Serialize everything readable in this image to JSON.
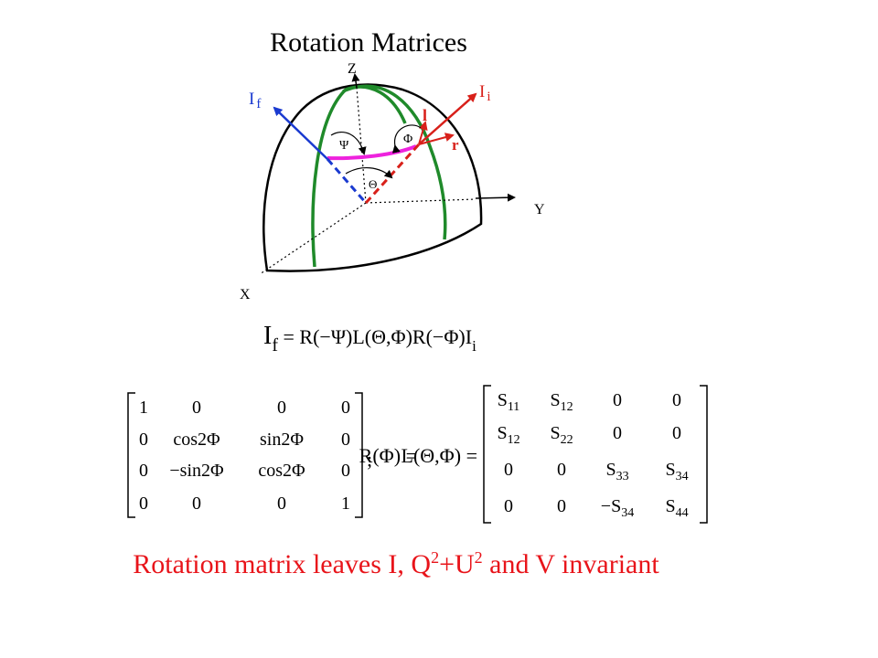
{
  "slide": {
    "title": "Rotation Matrices",
    "caption": {
      "before": "Rotation matrix leaves I, Q",
      "sup1": "2",
      "mid": "+U",
      "sup2": "2",
      "after": " and V invariant"
    },
    "caption_color": "#e8141a"
  },
  "diagram": {
    "axis_x": "X",
    "axis_y": "Y",
    "axis_z": "Z",
    "label_if": "I",
    "label_if_sub": "f",
    "label_ii": "I",
    "label_ii_sub": "i",
    "label_l": "l",
    "label_r": "r",
    "angle_psi": "Ψ",
    "angle_phi": "Φ",
    "angle_theta": "Θ",
    "colors": {
      "great_circles": "#1f8a2a",
      "arc": "#ee22dd",
      "incident": "#d8201a",
      "scattered": "#1a3ad0",
      "outline": "#000000"
    }
  },
  "equation": {
    "lhs": "I",
    "lhs_sub": "f",
    "rhs": " = R(−Ψ)L(Θ,Φ)R(−Φ)I",
    "rhs_sub": "i"
  },
  "matrix_R": {
    "label": "R(Φ) =",
    "rows": [
      [
        "1",
        "0",
        "0",
        "0"
      ],
      [
        "0",
        "cos2Φ",
        "sin2Φ",
        "0"
      ],
      [
        "0",
        "−sin2Φ",
        "cos2Φ",
        "0"
      ],
      [
        "0",
        "0",
        "0",
        "1"
      ]
    ],
    "separator": ";"
  },
  "matrix_L": {
    "label": "L(Θ,Φ) =",
    "rows": [
      [
        {
          "t": "S",
          "s": "11"
        },
        {
          "t": "S",
          "s": "12"
        },
        {
          "t": "0",
          "s": ""
        },
        {
          "t": "0",
          "s": ""
        }
      ],
      [
        {
          "t": "S",
          "s": "12"
        },
        {
          "t": "S",
          "s": "22"
        },
        {
          "t": "0",
          "s": ""
        },
        {
          "t": "0",
          "s": ""
        }
      ],
      [
        {
          "t": "0",
          "s": ""
        },
        {
          "t": "0",
          "s": ""
        },
        {
          "t": "S",
          "s": "33"
        },
        {
          "t": "S",
          "s": "34"
        }
      ],
      [
        {
          "t": "0",
          "s": ""
        },
        {
          "t": "0",
          "s": ""
        },
        {
          "t": "−S",
          "s": "34"
        },
        {
          "t": "S",
          "s": "44"
        }
      ]
    ]
  }
}
